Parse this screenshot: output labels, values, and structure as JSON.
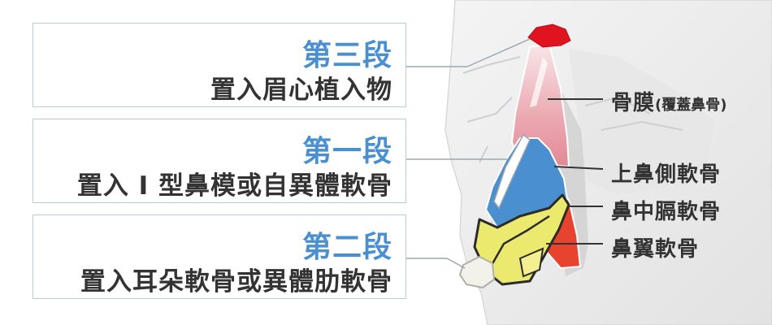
{
  "stages": [
    {
      "title": "第三段",
      "description": "置入眉心植入物"
    },
    {
      "title": "第一段",
      "description": "置入 I 型鼻模或自異體軟骨"
    },
    {
      "title": "第二段",
      "description": "置入耳朵軟骨或異體肋軟骨"
    }
  ],
  "parts": {
    "periosteum": {
      "label": "骨膜",
      "sub": "(覆蓋鼻骨)"
    },
    "upper_lateral": {
      "label": "上鼻側軟骨"
    },
    "septum": {
      "label": "鼻中膈軟骨"
    },
    "alar": {
      "label": "鼻翼軟骨"
    }
  },
  "colors": {
    "title_blue": "#4a8fd0",
    "box_border": "#b8cbd9",
    "implant_red": "#e0141e",
    "upper_lateral_blue": "#4a8fd0",
    "septum_red": "#e8432e",
    "alar_yellow": "#ecea6e",
    "periosteum_pink": "#e89aa4"
  }
}
